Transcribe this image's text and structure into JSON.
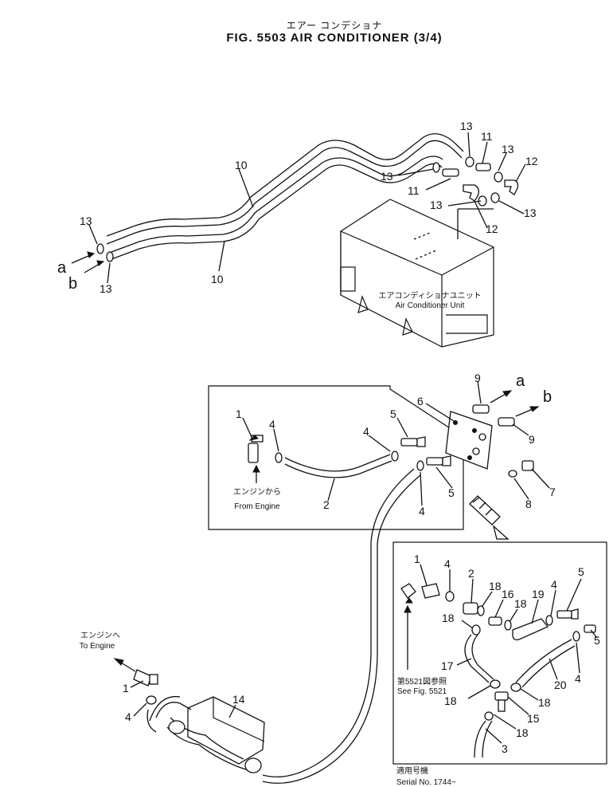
{
  "header": {
    "title_jp": "エアー コンデショナ",
    "title": "FIG. 5503   AIR  CONDITIONER  (3/4)"
  },
  "unit": {
    "label_jp": "エアコンディショナユニット",
    "label": "Air Conditioner Unit"
  },
  "callouts": {
    "from_engine_jp": "エンジンから",
    "from_engine": "From Engine",
    "to_engine_jp": "エンジンへ",
    "to_engine": "To Engine",
    "see_fig_jp": "第5521図参照",
    "see_fig": "See Fig. 5521",
    "serial_jp": "適用号機",
    "serial": "Serial No. 1744~"
  },
  "letters": {
    "a": "a",
    "b": "b"
  },
  "parts": {
    "p1": "1",
    "p2": "2",
    "p3": "3",
    "p4": "4",
    "p5": "5",
    "p6": "6",
    "p7": "7",
    "p8": "8",
    "p9": "9",
    "p10": "10",
    "p11": "11",
    "p12": "12",
    "p13": "13",
    "p14": "14",
    "p15": "15",
    "p16": "16",
    "p17": "17",
    "p18": "18",
    "p19": "19",
    "p20": "20"
  }
}
